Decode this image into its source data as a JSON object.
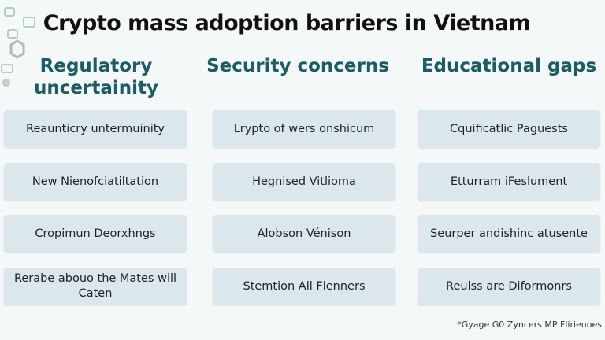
{
  "title": "Crypto mass adoption barriers in Vietnam",
  "columns": [
    {
      "heading": "Regulatory uncertainity",
      "items": [
        "Reaunticry untermuinity",
        "New Nienofciatiltation",
        "Cropimun Deorxhngs",
        "Rerabe abouo the Mates will Caten"
      ]
    },
    {
      "heading": "Security concerns",
      "items": [
        "Lrypto of wers onshicum",
        "Hegnised Vitlioma",
        "Alobson Vénison",
        "Stemtion All Flenners"
      ]
    },
    {
      "heading": "Educational gaps",
      "items": [
        "Cquificatlic Paguests",
        "Etturram iFeslument",
        "Seurper andishinc atusente",
        "Reulss are Diformonrs"
      ]
    }
  ],
  "footnote": "*Gyage G0 Zyncers MP Flirieuoes",
  "colors": {
    "heading": "#1c5c66",
    "box": "#dbe7ec",
    "background": "#f5f8f9"
  }
}
